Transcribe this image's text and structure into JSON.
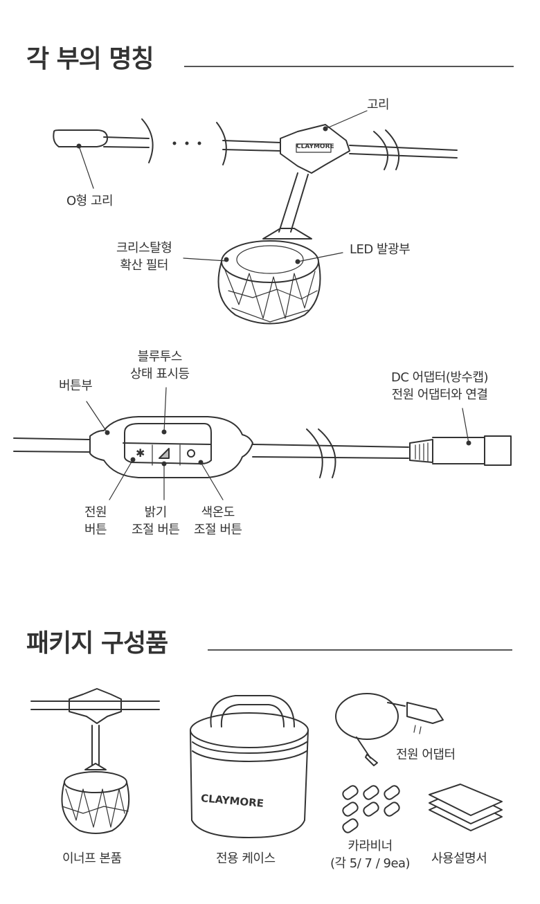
{
  "section1": {
    "title": "각 부의 명칭",
    "labels": {
      "hook": "고리",
      "o_ring": "O형 고리",
      "filter_line1": "크리스탈형",
      "filter_line2": "확산 필터",
      "led": "LED 발광부",
      "bt_line1": "블루투스",
      "bt_line2": "상태 표시등",
      "button_unit": "버튼부",
      "dc_line1": "DC 어댑터(방수캡)",
      "dc_line2": "전원 어댑터와 연결",
      "power_line1": "전원",
      "power_line2": "버튼",
      "bright_line1": "밝기",
      "bright_line2": "조절 버튼",
      "color_line1": "색온도",
      "color_line2": "조절 버튼"
    },
    "ellipsis": "• • •",
    "logo": "CLAYMORE"
  },
  "section2": {
    "title": "패키지 구성품",
    "items": [
      {
        "label": "이너프 본품"
      },
      {
        "label": "전용 케이스"
      },
      {
        "label": "전원 어댑터"
      },
      {
        "label_line1": "카라비너",
        "label_line2": "(각 5/ 7 / 9ea)"
      },
      {
        "label": "사용설명서"
      }
    ]
  }
}
